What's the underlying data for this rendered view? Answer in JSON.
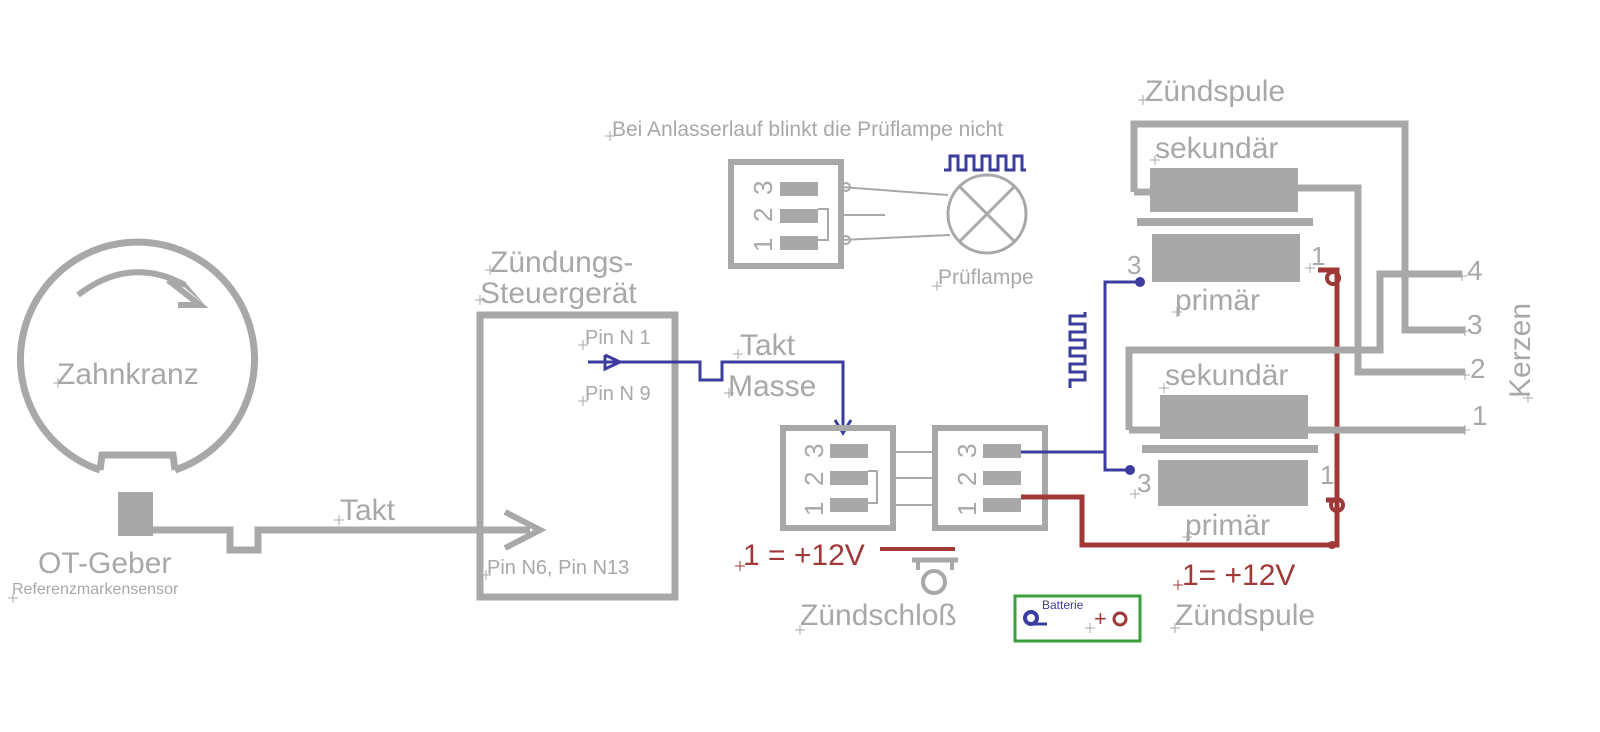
{
  "colors": {
    "component": "#a8a8a8",
    "signal": "#3c3ca0",
    "power": "#a03838",
    "battery_frame": "#3aa03a",
    "background": "#ffffff"
  },
  "labels": {
    "zahnkranz": "Zahnkranz",
    "ot_geber": "OT-Geber",
    "referenzmarkensensor": "Referenzmarkensensor",
    "takt_lower": "Takt",
    "steuergeraet_line1": "Zündungs-",
    "steuergeraet_line2": "Steuergerät",
    "pin_n1": "Pin N 1",
    "pin_n9": "Pin N 9",
    "pin_n6_n13": "Pin N6, Pin N13",
    "takt_upper": "Takt",
    "masse": "Masse",
    "pruflampe_note": "Bei Anlasserlauf blinkt die Prüflampe nicht",
    "pruflampe": "Prüflampe",
    "zundspule_top": "Zündspule",
    "zundspule_bottom": "Zündspule",
    "sekundar_top": "sekundär",
    "primar_top": "primär",
    "sekundar_bottom": "sekundär",
    "primar_bottom": "primär",
    "plus12_left": "1 = +12V",
    "plus12_right": "1= +12V",
    "zundschloss": "Zündschloß",
    "batterie": "Batterie",
    "batterie_plus": "+",
    "kerzen": "Kerzen"
  },
  "connectors": {
    "pins": [
      "1",
      "2",
      "3"
    ]
  },
  "coil_pins": {
    "top_left": "3",
    "top_right": "1",
    "bottom_left": "3",
    "bottom_right": "1"
  },
  "kerzen_pins": [
    "4",
    "3",
    "2",
    "1"
  ]
}
